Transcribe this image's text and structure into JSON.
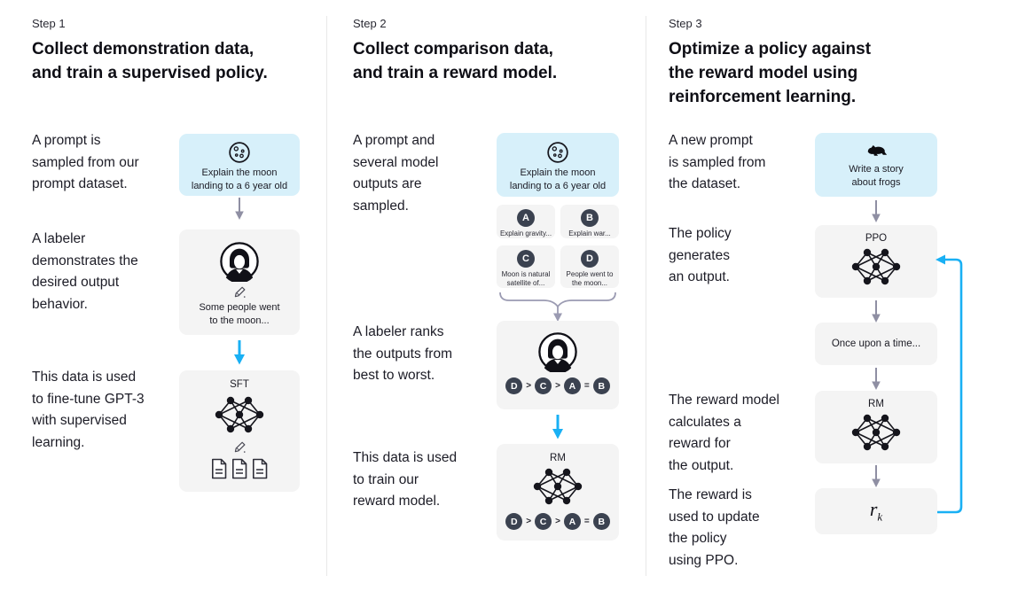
{
  "colors": {
    "prompt_box_bg": "#d7f0fa",
    "model_box_bg": "#f4f4f4",
    "chip_bg": "#3b4250",
    "flow_arrow": "#8f8fa3",
    "highlight_arrow": "#19b0f4",
    "text": "#18181f",
    "divider": "#e8e8e8"
  },
  "icons": {
    "step1_prompt": "moon-icon",
    "step2_prompt": "moon-icon",
    "step3_prompt": "frog-icon",
    "labeler": "labeler-avatar-icon",
    "edit": "pencil-icon",
    "model": "neural-network-icon",
    "data": "document-icon",
    "flow": "arrow-down-icon",
    "feedback": "feedback-loop-arrow-icon"
  },
  "step1": {
    "label": "Step 1",
    "heading": "Collect demonstration data,\nand train a supervised policy.",
    "captions": {
      "prompt": "A prompt is\nsampled from our\nprompt dataset.",
      "labeler": "A labeler\ndemonstrates the\ndesired output\nbehavior.",
      "data": "This data is used\nto fine-tune GPT-3\nwith supervised\nlearning."
    },
    "prompt_box": {
      "text": "Explain the moon\nlanding to a 6 year old"
    },
    "labeler_box": {
      "text": "Some people went\nto the moon..."
    },
    "sft_box": {
      "label": "SFT"
    }
  },
  "step2": {
    "label": "Step 2",
    "heading": "Collect comparison data,\nand train a reward model.",
    "captions": {
      "prompt": "A prompt and\nseveral model\noutputs are\nsampled.",
      "labeler": "A labeler ranks\nthe outputs from\nbest to worst.",
      "data": "This data is used\nto train our\nreward model."
    },
    "prompt_box": {
      "text": "Explain the moon\nlanding to a 6 year old"
    },
    "options": [
      {
        "letter": "A",
        "text": "Explain gravity..."
      },
      {
        "letter": "B",
        "text": "Explain war..."
      },
      {
        "letter": "C",
        "text": "Moon is natural\nsatellite of..."
      },
      {
        "letter": "D",
        "text": "People went to\nthe moon..."
      }
    ],
    "ranking": [
      "D",
      ">",
      "C",
      ">",
      "A",
      "=",
      "B"
    ],
    "rm_box": {
      "label": "RM"
    }
  },
  "step3": {
    "label": "Step 3",
    "heading": "Optimize a policy against\nthe reward model using\nreinforcement learning.",
    "captions": {
      "prompt": "A new prompt\nis sampled from\nthe dataset.",
      "policy": "The policy\ngenerates\nan output.",
      "reward": "The reward model\ncalculates a\nreward for\nthe output.",
      "update": "The reward is\nused to update\nthe policy\nusing PPO."
    },
    "prompt_box": {
      "text": "Write a story\nabout frogs"
    },
    "ppo_box": {
      "label": "PPO"
    },
    "output_box": {
      "text": "Once upon a time..."
    },
    "rm_box": {
      "label": "RM"
    },
    "reward_box": {
      "label_main": "r",
      "label_sub": "k"
    }
  }
}
